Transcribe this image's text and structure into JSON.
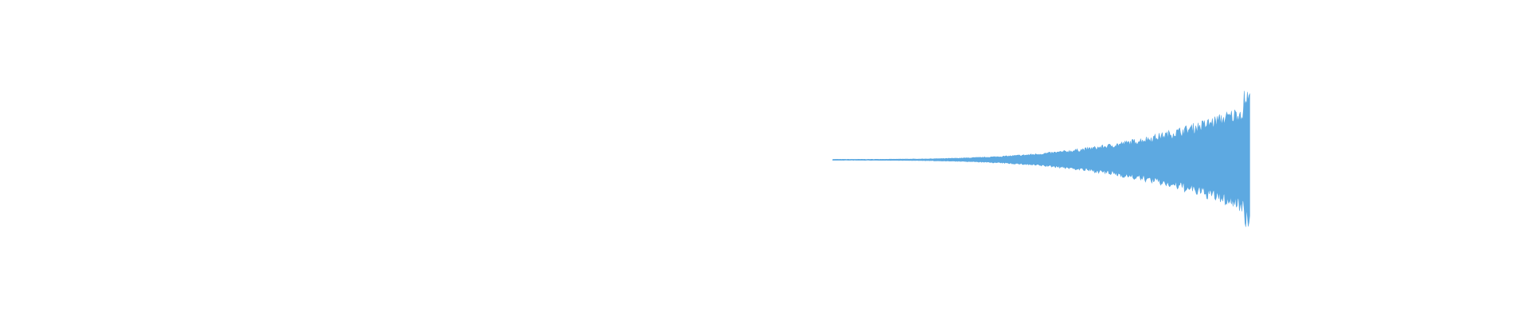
{
  "waveform": {
    "color": "#5DA9E1",
    "background": "#ffffff",
    "shape": "crescendo",
    "start_fraction": 0.545,
    "end_fraction": 0.818,
    "peak_amplitude_fraction": 0.62
  }
}
